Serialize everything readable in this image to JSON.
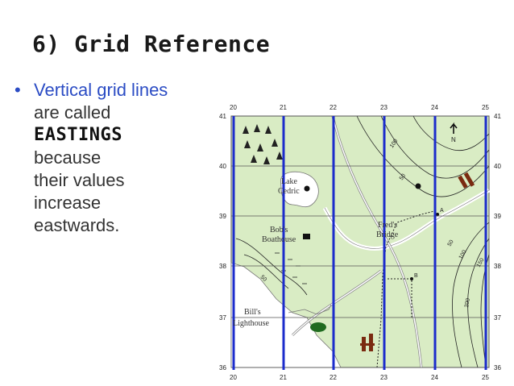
{
  "slide": {
    "title": "6) Grid Reference",
    "bullet": {
      "lines": [
        "Vertical grid lines",
        "are called",
        "EASTINGS",
        "because",
        "their values",
        "increase",
        "eastwards."
      ]
    }
  },
  "map": {
    "eastings_top": [
      "20",
      "21",
      "22",
      "23",
      "24",
      "25"
    ],
    "eastings_bottom": [
      "20",
      "21",
      "22",
      "23",
      "24",
      "25"
    ],
    "northings": [
      "41",
      "40",
      "39",
      "38",
      "37",
      "36"
    ],
    "places": {
      "lake": "Lake Cedric",
      "lake_line1": "Lake",
      "lake_line2": "Cedric",
      "boathouse_line1": "Bob's",
      "boathouse_line2": "Boathouse",
      "bridge_line1": "Fred's",
      "bridge_line2": "Bridge",
      "lighthouse_line1": "Bill's",
      "lighthouse_line2": "Lighthouse"
    },
    "point_labels": {
      "a": "A",
      "b": "B"
    },
    "north_label": "N",
    "contours": {
      "c100": "100",
      "c50": "50",
      "c50b": "50",
      "c50c": "50",
      "c100b": "100",
      "c150": "150",
      "c200": "200"
    },
    "colors": {
      "land": "#d9ecc4",
      "water": "#ffffff",
      "eastings": "#1c2ccc",
      "grid": "#555555"
    }
  }
}
